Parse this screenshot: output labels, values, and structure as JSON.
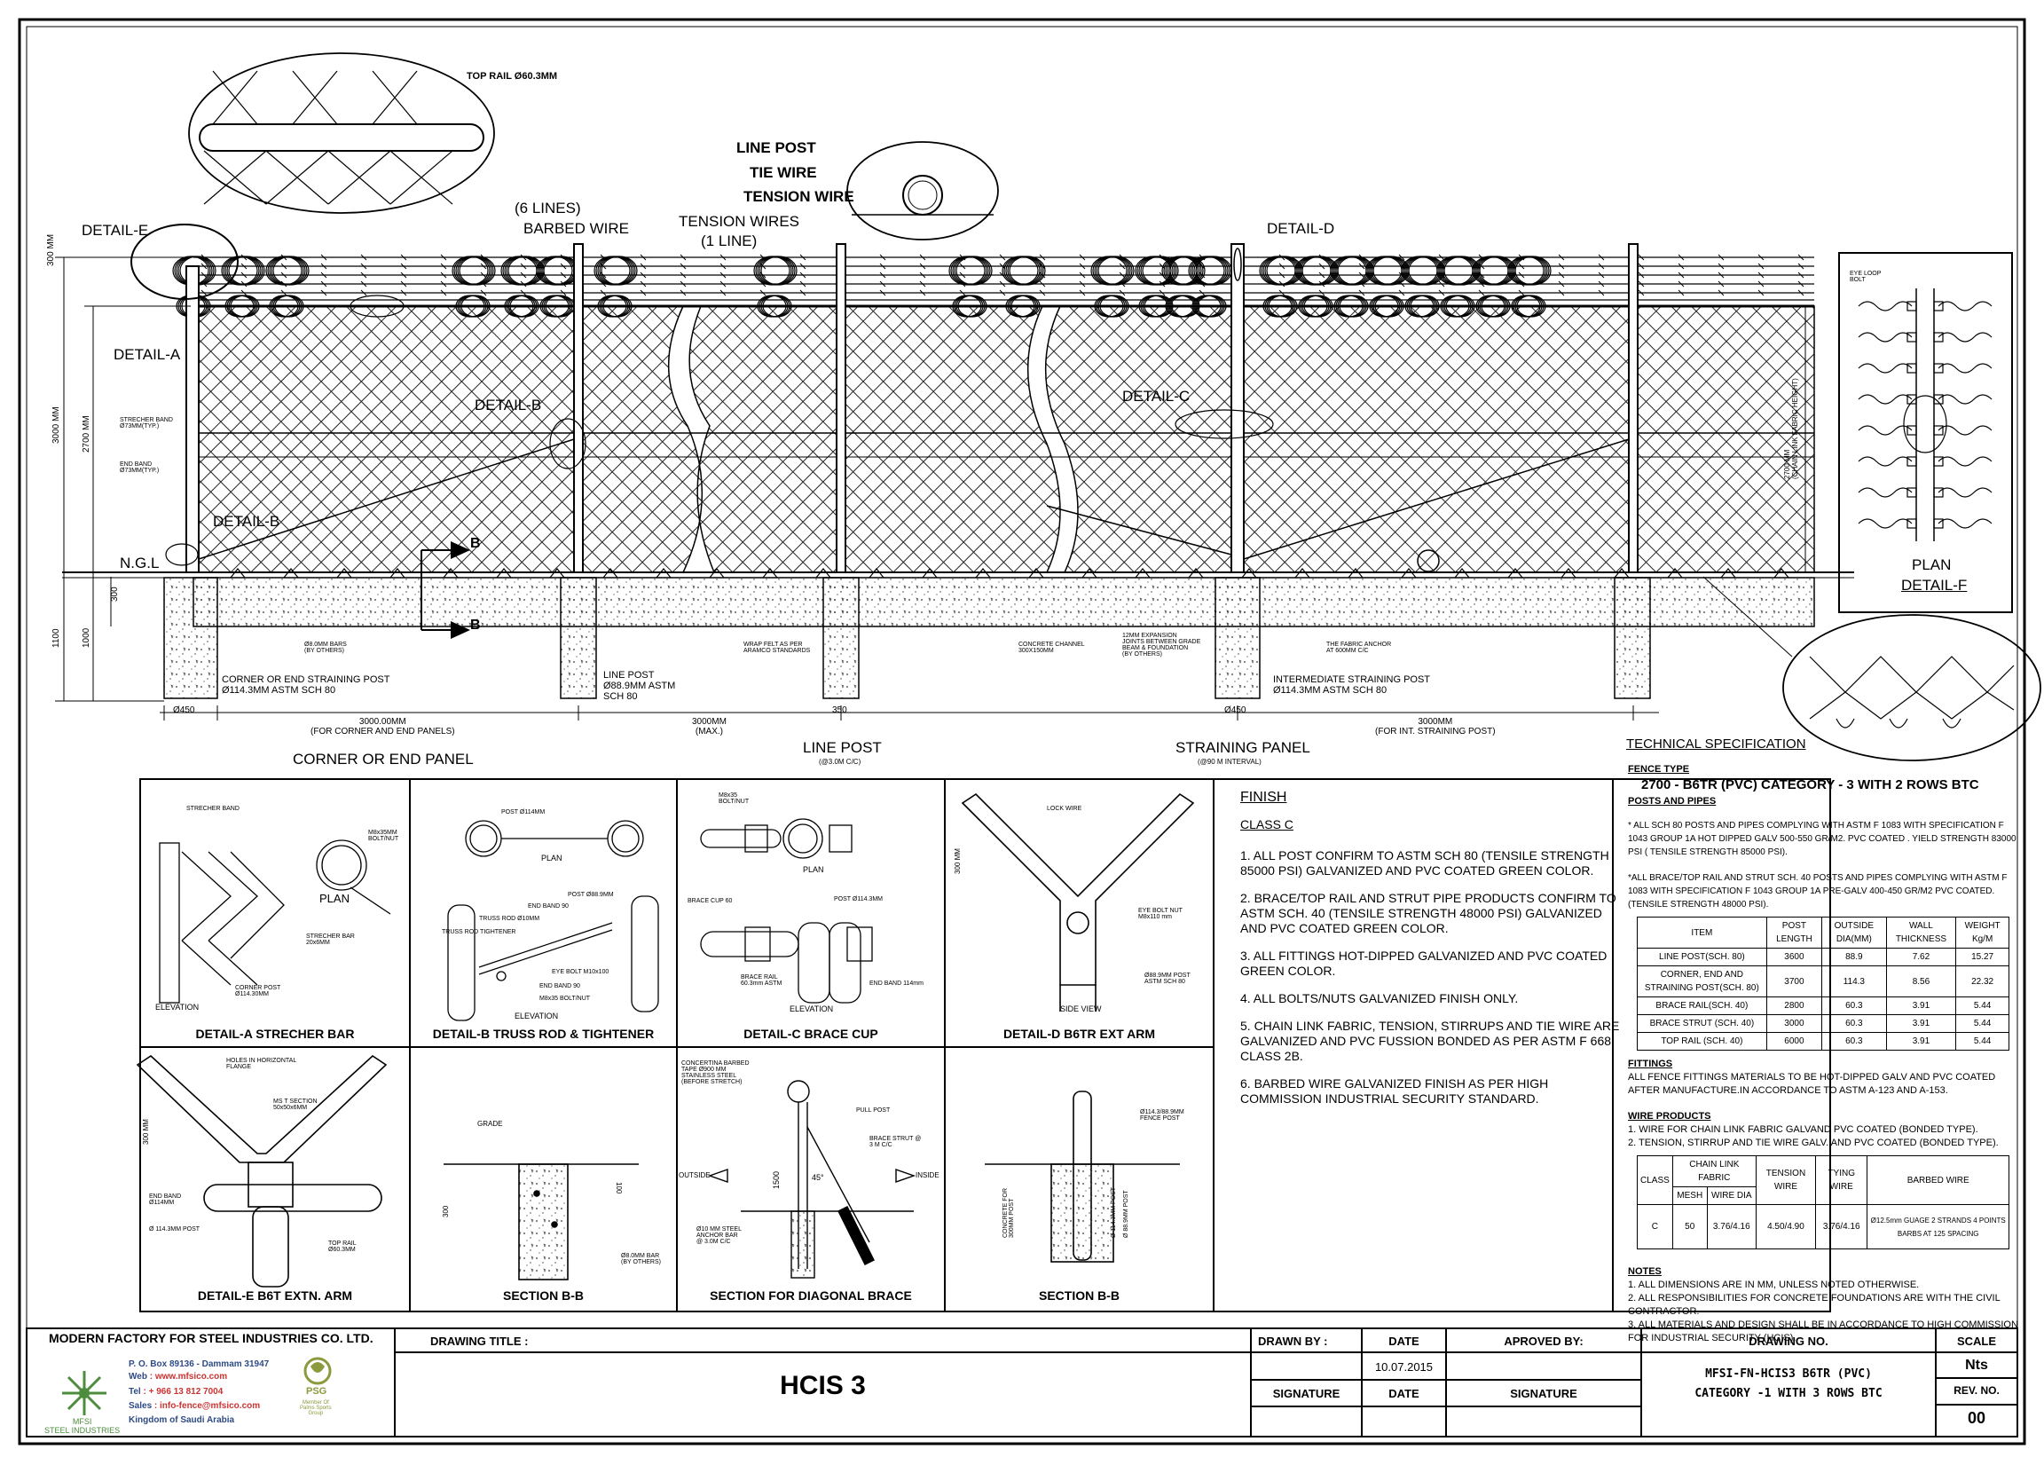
{
  "drawing": {
    "callouts": {
      "top_rail": "TOP RAIL Ø60.3MM",
      "line_post": "LINE POST",
      "tie_wire": "TIE WIRE",
      "tension_wire": "TENSION WIRE",
      "barbed_wire": "(6 LINES)\nBARBED WIRE",
      "barbed_wire_a": "(6 LINES)",
      "barbed_wire_b": "BARBED WIRE",
      "tension_wires_a": "TENSION WIRES",
      "tension_wires_b": "(1 LINE)",
      "detail_e": "DETAIL-E",
      "detail_a": "DETAIL-A",
      "detail_b1": "DETAIL-B",
      "detail_b2": "DETAIL-B",
      "detail_c": "DETAIL-C",
      "detail_d": "DETAIL-D",
      "ngl": "N.G.L",
      "section_b": "B",
      "stretcher_band": "STRECHER BAND\nØ73MM(TYP.)",
      "end_band": "END BAND\nØ73MM(TYP.)",
      "corner_post": "CORNER OR END STRAINING POST\nØ114.3MM ASTM SCH 80",
      "line_post_note": "LINE POST\nØ88.9MM ASTM\nSCH 80",
      "intermediate_post": "INTERMEDIATE STRAINING POST\nØ114.3MM ASTM SCH 80",
      "bar_note": "Ø8.0MM BARS\n(BY OTHERS)",
      "wrap_felt": "WRAP FELT AS PER\nARAMCO STANDARDS",
      "concrete_channel": "CONCRETE CHANNEL\n300X150MM",
      "expansion": "12MM EXPANSION\nJOINTS BETWEEN GRADE\nBEAM & FOUNDATION\n(BY OTHERS)",
      "fabric_anchor": "THE FABRIC ANCHOR\nAT 600MM C/C",
      "dim_300": "300 MM",
      "dim_3000": "3000 MM",
      "dim_2700": "2700 MM",
      "dim_1100": "1100",
      "dim_1000": "1000",
      "dim_300b": "300",
      "dim_2700r": "2700 MM\n(CHAIN LINK FABRIC HEIGHT)",
      "dim_450a": "Ø450",
      "dim_450b": "Ø450",
      "dim_350": "350",
      "span1": "3000.00MM\n(FOR CORNER AND END PANELS)",
      "span2": "3000MM\n(MAX.)",
      "span3": "3000MM\n(FOR INT. STRAINING POST)",
      "label_corner": "CORNER OR END PANEL",
      "label_line": "LINE POST",
      "label_line_sub": "(@3.0M C/C)",
      "label_strain": "STRAINING PANEL",
      "label_strain_sub": "(@90 M INTERVAL)",
      "plan": "PLAN",
      "detail_f": "DETAIL-F",
      "eye_loop": "EYE LOOP\nBOLT",
      "technical_spec": "TECHNICAL SPECIFICATION"
    }
  },
  "details": {
    "a": {
      "title": "DETAIL-A STRECHER BAR",
      "plan": "PLAN",
      "elevation": "ELEVATION",
      "notes": [
        "STRECHER BAND",
        "M8x35MM\nBOLT/NUT",
        "STRECHER BAR\n20x6MM",
        "CORNER POST\nØ114.30MM"
      ]
    },
    "b": {
      "title": "DETAIL-B TRUSS ROD & TIGHTENER",
      "plan": "PLAN",
      "elevation": "ELEVATION",
      "notes": [
        "POST Ø114MM",
        "POST Ø88.9MM",
        "END BAND 90",
        "TRUSS ROD Ø10MM",
        "TRUSS ROD TIGHTENER",
        "EYE BOLT M10x100",
        "END BAND 90",
        "M8x35 BOLT/NUT"
      ]
    },
    "c": {
      "title": "DETAIL-C BRACE CUP",
      "plan": "PLAN",
      "elevation": "ELEVATION",
      "notes": [
        "M8x35\nBOLT/NUT",
        "BRACE CUP 60",
        "POST Ø114.3MM",
        "BRACE RAIL\n60.3mm ASTM",
        "END BAND 114mm"
      ]
    },
    "d": {
      "title": "DETAIL-D B6TR EXT ARM",
      "side": "SIDE VIEW",
      "notes": [
        "LOCK WIRE",
        "300 MM",
        "EYE BOLT NUT\nM8x110 mm",
        "Ø88.9MM POST\nASTM SCH 80"
      ]
    },
    "e": {
      "title": "DETAIL-E B6T EXTN. ARM",
      "notes": [
        "HOLES IN HORIZONTAL\nFLANGE",
        "MS T SECTION\n50x50x6MM",
        "300 MM",
        "END BAND\nØ114MM",
        "Ø 114.3MM POST",
        "TOP RAIL\nØ60.3MM"
      ]
    },
    "s1": {
      "title": "SECTION B-B",
      "notes": [
        "GRADE",
        "300",
        "100",
        "Ø8.0MM BAR\n(BY OTHERS)"
      ]
    },
    "s2": {
      "title": "SECTION FOR DIAGONAL BRACE",
      "notes": [
        "CONCERTINA BARBED\nTAPE Ø900 MM\nSTAINLESS STEEL\n(BEFORE STRETCH)",
        "PULL POST",
        "BRACE STRUT @\n3 M C/C",
        "OUTSIDE",
        "INSIDE",
        "1500",
        "45°",
        "Ø10 MM STEEL\nANCHOR BAR\n@ 3.0M C/C"
      ]
    },
    "s3": {
      "title": "SECTION B-B",
      "notes": [
        "Ø114.3/88.9MM\nFENCE POST",
        "CONCRETE FOR\n300MM POST",
        "Ø 114.3MM POST",
        "Ø 88.9MM POST"
      ]
    }
  },
  "finish": {
    "heading": "FINISH",
    "class": "CLASS C",
    "items": [
      "1. ALL POST CONFIRM TO ASTM SCH 80 (TENSILE STRENGTH 85000 PSI) GALVANIZED AND PVC COATED GREEN COLOR.",
      "2. BRACE/TOP RAIL AND STRUT PIPE PRODUCTS CONFIRM TO ASTM SCH. 40 (TENSILE STRENGTH 48000 PSI) GALVANIZED AND PVC COATED GREEN COLOR.",
      "3. ALL FITTINGS HOT-DIPPED GALVANIZED AND PVC COATED GREEN COLOR.",
      "4. ALL BOLTS/NUTS GALVANIZED FINISH ONLY.",
      "5. CHAIN LINK FABRIC, TENSION, STIRRUPS AND TIE WIRE ARE GALVANIZED AND PVC FUSSION BONDED AS PER ASTM F 668 CLASS 2B.",
      "6. BARBED WIRE GALVANIZED FINISH AS PER HIGH COMMISSION INDUSTRIAL SECURITY STANDARD."
    ]
  },
  "spec": {
    "fence_type_h": "FENCE TYPE",
    "fence_type": "2700 - B6TR (PVC) CATEGORY - 3 WITH 2 ROWS BTC",
    "posts_h": "POSTS AND PIPES",
    "posts_1": "* ALL SCH 80 POSTS AND PIPES COMPLYING WITH ASTM F 1083 WITH SPECIFICATION F 1043 GROUP 1A HOT DIPPED GALV 500-550 GR/M2. PVC COATED . YIELD STRENGTH 83000 PSI ( TENSILE STRENGTH 85000 PSI).",
    "posts_2": "*ALL BRACE/TOP RAIL AND STRUT SCH. 40 POSTS AND PIPES COMPLYING WITH ASTM F 1083 WITH SPECIFICATION F 1043 GROUP 1A PRE-GALV 400-450 GR/M2 PVC COATED.(TENSILE STRENGTH 48000 PSI).",
    "pipe_table": {
      "headers": [
        "ITEM",
        "POST LENGTH",
        "OUTSIDE DIA(MM)",
        "WALL THICKNESS",
        "WEIGHT Kg/M"
      ],
      "rows": [
        [
          "LINE POST(SCH. 80)",
          "3600",
          "88.9",
          "7.62",
          "15.27"
        ],
        [
          "CORNER, END AND STRAINING POST(SCH. 80)",
          "3700",
          "114.3",
          "8.56",
          "22.32"
        ],
        [
          "BRACE RAIL(SCH. 40)",
          "2800",
          "60.3",
          "3.91",
          "5.44"
        ],
        [
          "BRACE STRUT (SCH. 40)",
          "3000",
          "60.3",
          "3.91",
          "5.44"
        ],
        [
          "TOP RAIL (SCH. 40)",
          "6000",
          "60.3",
          "3.91",
          "5.44"
        ]
      ]
    },
    "fittings_h": "FITTINGS",
    "fittings": "ALL FENCE FITTINGS MATERIALS TO BE HOT-DIPPED GALV AND PVC COATED AFTER MANUFACTURE.IN ACCORDANCE TO ASTM A-123 AND A-153.",
    "wire_h": "WIRE PRODUCTS",
    "wire_1": "1. WIRE FOR CHAIN LINK FABRIC GALVAND PVC COATED (BONDED TYPE).",
    "wire_2": "2. TENSION, STIRRUP AND TIE WIRE GALV. AND PVC COATED (BONDED TYPE).",
    "wire_table": {
      "class_h": "CLASS",
      "chain_h": "CHAIN LINK FABRIC",
      "mesh_h": "MESH",
      "dia_h": "WIRE DIA",
      "tension_h": "TENSION WIRE",
      "tying_h": "TYING WIRE",
      "barbed_h": "BARBED WIRE",
      "class": "C",
      "mesh": "50",
      "dia": "3.76/4.16",
      "tension": "4.50/4.90",
      "tying": "3.76/4.16",
      "barbed": "Ø12.5mm GUAGE 2 STRANDS 4 POINTS BARBS AT 125 SPACING"
    },
    "notes_h": "NOTES",
    "notes": [
      "1. ALL DIMENSIONS ARE IN MM, UNLESS NOTED OTHERWISE.",
      "2. ALL RESPONSIBILITIES FOR CONCRETE FOUNDATIONS ARE WITH THE CIVIL CONTRACTOR.",
      "3. ALL MATERIALS AND DESIGN SHALL BE IN ACCORDANCE TO HIGH COMMISSION FOR INDUSTRIAL SECURITY (HCIS)."
    ]
  },
  "titleblock": {
    "company": "MODERN FACTORY FOR STEEL INDUSTRIES CO. LTD.",
    "po": "P. O. Box 89136 - Dammam 31947",
    "web_label": "Web",
    "web": ": www.mfsico.com",
    "tel_label": "Tel",
    "tel": ": + 966 13 812 7004",
    "sales_label": "Sales",
    "sales": ": info-fence@mfsico.com",
    "country": "Kingdom of Saudi Arabia",
    "logo_text": "MFSI\nSTEEL INDUSTRIES",
    "psg": "PSG",
    "psg_sub": "Member Of\nPalms Sports\nGroup",
    "drawing_title_label": "DRAWING TITLE :",
    "drawing_title": "HCIS 3",
    "drawn_by": "DRAWN BY :",
    "date_label": "DATE",
    "date": "10.07.2015",
    "approved": "APROVED BY:",
    "signature": "SIGNATURE",
    "date_label2": "DATE",
    "signature2": "SIGNATURE",
    "drawing_no_label": "DRAWING NO.",
    "drawing_no_1": "MFSI-FN-HCIS3 B6TR (PVC)",
    "drawing_no_2": "CATEGORY -1 WITH 3 ROWS BTC",
    "scale_label": "SCALE",
    "scale": "Nts",
    "rev_label": "REV. NO.",
    "rev": "00"
  }
}
